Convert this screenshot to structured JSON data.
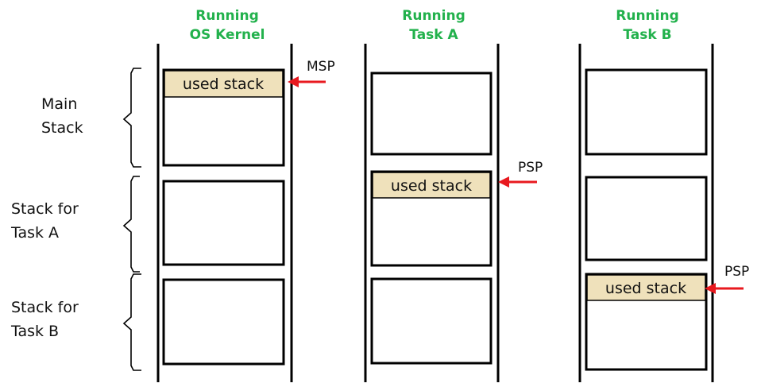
{
  "columns": [
    {
      "title_line1": "Running",
      "title_line2": "OS Kernel"
    },
    {
      "title_line1": "Running",
      "title_line2": "Task A"
    },
    {
      "title_line1": "Running",
      "title_line2": "Task B"
    }
  ],
  "row_labels": [
    {
      "line1": "Main",
      "line2": "Stack"
    },
    {
      "line1": "Stack for",
      "line2": "Task A"
    },
    {
      "line1": "Stack for",
      "line2": "Task B"
    }
  ],
  "used_stack_label": "used stack",
  "pointers": [
    {
      "label": "MSP"
    },
    {
      "label": "PSP"
    },
    {
      "label": "PSP"
    }
  ],
  "colors": {
    "title": "#22b14c",
    "used_fill": "#efe1bb",
    "arrow": "#e8191f",
    "outline": "#000000"
  }
}
